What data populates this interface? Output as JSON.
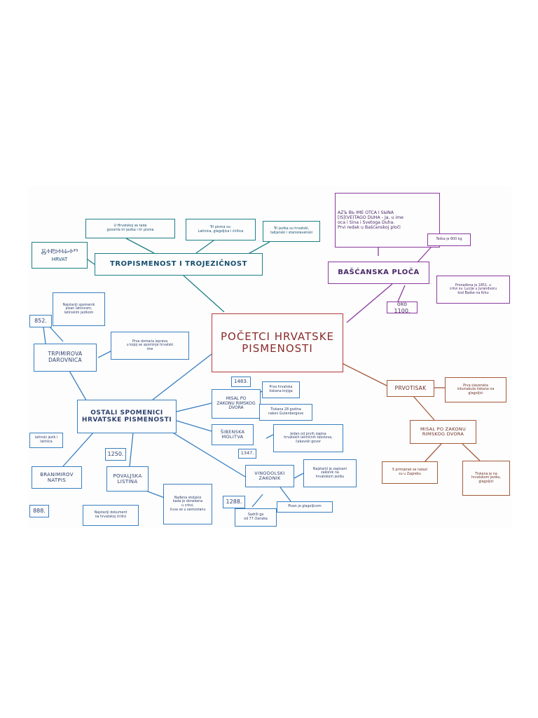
{
  "center": "POČETCI HRVATSKE\nPISMENOSTI",
  "tropismenost": {
    "title": "TROPISMENOST I TROJEZIČNOST",
    "notes": [
      "U Hrvatskoj se tada\ngovorila tri jezika i tri pisma",
      "Tri pisma su:\nLatinica, glagoljica i ćirilica",
      "Tri jezika su hrvatski,\ntalijanski i staroslavenski"
    ],
    "glagolitic_word": "Ⰻⰰⰱⱁⰰⱃⱈⰰⱅ",
    "glagolitic_caption": "HRVAT"
  },
  "baska": {
    "title": "BAŠĆANSKA PLOČA",
    "quote": "AZЪ ΒЬ IME OTCA I SЫNA\n[IS](VE)TAGO DUHA - Ja, u ime\noca i Sina i Svetoga Duha.\nPrvi redak u Bašćanskoj ploči",
    "weight": "Teška je 800 kg",
    "found": "Pronađena je 1851. u\ncrkvi sv. Lucije u Jurandvoru\nkod Baške na Krku",
    "year": "oko 1100."
  },
  "prvotisak": {
    "title": "PRVOTISAK",
    "note": "Prva slavenska\ninkunabula tiskana na\nglagoljici",
    "misal": "MISAL PO ZAKONU\nRIMSKOG DVORA",
    "copies": "S primjerak se nalazi\nsu u Zagrebu",
    "printed": "Tiskana je na\nhrvatskom jeziku,\nglagoljici"
  },
  "trpimirova": {
    "title": "TRPIMIROVA\nDAROVNICA",
    "year": "852.",
    "oldest": "Najstariji spomenik\npisan latinicom,\nlatinskim jezikom",
    "first_ruler": "Prva domaća isprava\nu kojoj se spominje hrvatski\nime"
  },
  "ostali": {
    "title": "OSTALI SPOMENICI\nHRVATSKE PISMENOSTI"
  },
  "misal1483": {
    "year": "1483.",
    "title": "MISAL PO\nZAKONU RIMSKOG\nDVORA",
    "note_a": "Prva hrvatska\ntiskana knjiga",
    "note_b": "Tiskana 28 godina\nnakon Gutenbergove"
  },
  "sibenska": {
    "title": "ŠIBENSKA\nMOLITVA",
    "year": "1347.",
    "note": "Jedan od prvih zapisa\nhrvatskih latiničnih tekstova,\nčakavski govor"
  },
  "branimirov": {
    "title": "BRANIMIROV\nNATPIS",
    "note": "latinski jezik i\nlatinica",
    "year": "888."
  },
  "povaljska": {
    "title": "POVALJSKA\nLISTINA",
    "year": "1250.",
    "oldest": "Najstariji dokument\nna hrvatskoj ćirilici",
    "found": "Nađena stoljeće\nkada je donešena\nu crkvi,\nčuva se u samostanu"
  },
  "vinodolski": {
    "title": "VINODOLSKI\nZAKONIK",
    "year": "1288.",
    "note": "Najstariji je zapisani\nzakonik na\nhrvatskom jeziku",
    "glag": "Pisan je glagoljicom",
    "articles": "Sadrži ga\nod 77 članaka"
  }
}
